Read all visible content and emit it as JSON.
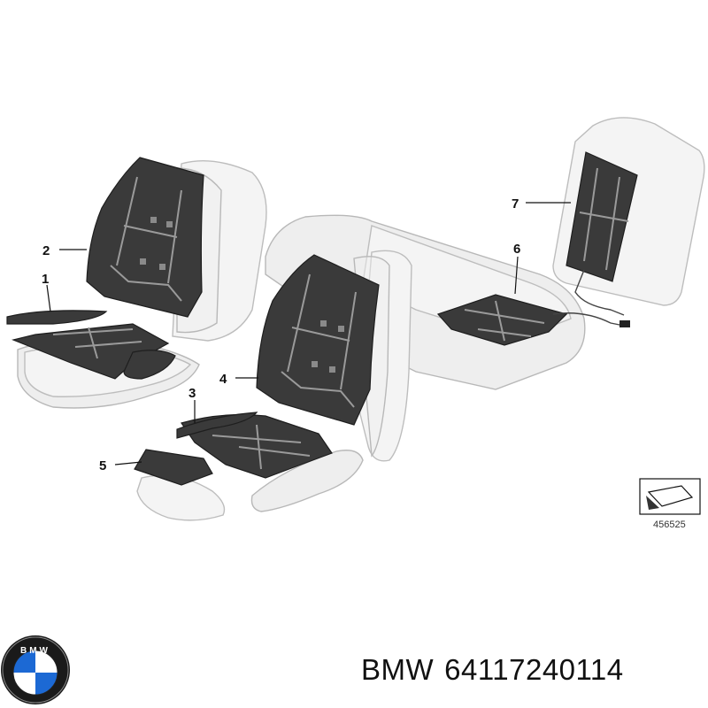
{
  "callouts": [
    {
      "id": "1",
      "label": "1"
    },
    {
      "id": "2",
      "label": "2"
    },
    {
      "id": "3",
      "label": "3"
    },
    {
      "id": "4",
      "label": "4"
    },
    {
      "id": "5",
      "label": "5"
    },
    {
      "id": "6",
      "label": "6"
    },
    {
      "id": "7",
      "label": "7"
    }
  ],
  "reference_number": "456525",
  "caption": {
    "brand": "BMW",
    "part_number": "64117240114"
  },
  "logo": {
    "letters": "BMW",
    "colors": {
      "ring": "#1a1a1a",
      "blue": "#1c69d4",
      "white": "#ffffff"
    }
  }
}
